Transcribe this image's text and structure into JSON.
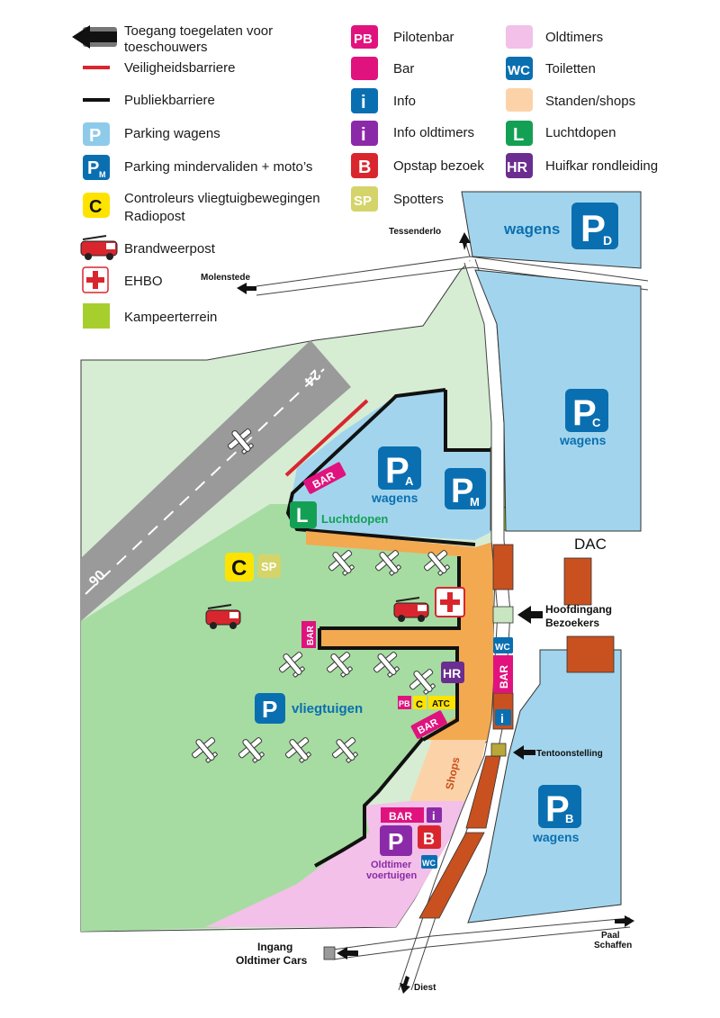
{
  "legend_left": [
    {
      "label": "Toegang toegelaten voor",
      "label2": "toeschouwers",
      "icon": "black-arrow-icon"
    },
    {
      "label": "Veiligheidsbarriere",
      "icon": "red-line-icon",
      "color": "#d9262e"
    },
    {
      "label": "Publiekbarriere",
      "icon": "black-line-icon",
      "color": "#111111"
    },
    {
      "label": "Parking wagens",
      "icon": "parking-light-icon",
      "badge": "P",
      "color": "#8ecbea"
    },
    {
      "label": "Parking mindervaliden + moto’s",
      "icon": "parking-disabled-icon",
      "badge": "P",
      "sub": "M",
      "color": "#0a6fb1"
    },
    {
      "label": "Controleurs vliegtuigbewegingen",
      "label2": "Radiopost",
      "icon": "controller-icon",
      "badge": "C",
      "color": "#ffe300"
    },
    {
      "label": "Brandweerpost",
      "icon": "fire-truck-icon"
    },
    {
      "label": "EHBO",
      "icon": "first-aid-icon",
      "color": "#d9262e"
    },
    {
      "label": "Kampeerterrein",
      "icon": "camping-icon",
      "color": "#a6cf2e"
    }
  ],
  "legend_mid": [
    {
      "label": "Pilotenbar",
      "badge": "PB",
      "color": "#e0137e"
    },
    {
      "label": "Bar",
      "badge": "",
      "color": "#e0137e"
    },
    {
      "label": "Info",
      "badge": "i",
      "color": "#0a6fb1"
    },
    {
      "label": "Info oldtimers",
      "badge": "i",
      "color": "#8b2aa8"
    },
    {
      "label": "Opstap bezoek",
      "badge": "B",
      "color": "#d9262e"
    },
    {
      "label": "Spotters",
      "badge": "SP",
      "color": "#d5d46a"
    }
  ],
  "legend_right": [
    {
      "label": "Oldtimers",
      "badge": "",
      "color": "#f2c0e8"
    },
    {
      "label": "Toiletten",
      "badge": "WC",
      "color": "#0a6fb1"
    },
    {
      "label": "Standen/shops",
      "badge": "",
      "color": "#fcd3a8"
    },
    {
      "label": "Luchtdopen",
      "badge": "L",
      "color": "#14a054"
    },
    {
      "label": "Huifkar rondleiding",
      "badge": "HR",
      "color": "#6b2d8f"
    }
  ],
  "colors": {
    "airfield": "#d6edd4",
    "grass": "#a6dca1",
    "parking": "#a2d5ed",
    "orange": "#f3a94f",
    "runway": "#9a9a9a",
    "oldtimer": "#f2c0e8",
    "building": "#c8511f",
    "blue": "#0a6fb1",
    "magenta": "#e0137e",
    "purple": "#8b2aa8",
    "green_l": "#14a054",
    "red": "#d9262e"
  },
  "roads": {
    "tessenderlo": "Tessenderlo",
    "molenstede": "Molenstede",
    "diest": "Diest",
    "paal_schaffen_1": "Paal",
    "paal_schaffen_2": "Schaffen",
    "ingang_oldtimer_1": "Ingang",
    "ingang_oldtimer_2": "Oldtimer Cars"
  },
  "areas": {
    "parking_d": {
      "word": "wagens",
      "letter": "P",
      "sub": "D"
    },
    "parking_c": {
      "word": "wagens",
      "letter": "P",
      "sub": "C"
    },
    "parking_b": {
      "word": "wagens",
      "letter": "P",
      "sub": "B"
    },
    "parking_a": {
      "word": "wagens",
      "letter": "P",
      "sub": "A"
    },
    "parking_m": {
      "letter": "P",
      "sub": "M"
    },
    "kampeerterrein": "Kampeerterrein",
    "luchtdopen": {
      "letter": "L",
      "word": "Luchtdopen"
    },
    "vliegtuigen": {
      "letter": "P",
      "word": "vliegtuigen"
    },
    "oldtimer": {
      "letter": "P",
      "word1": "Oldtimer",
      "word2": "voertuigen"
    },
    "shops": "Shops",
    "dac": "DAC",
    "hoofdingang_1": "Hoofdingang",
    "hoofdingang_2": "Bezoekers",
    "tentoonstelling": "Tentoonstelling"
  },
  "runway": {
    "end_a": "24",
    "end_b": "06"
  },
  "badges": {
    "bar": "BAR",
    "sp": "SP",
    "c": "C",
    "hr": "HR",
    "pb": "PB",
    "atc": "ATC",
    "wc": "WC",
    "info": "i",
    "b": "B"
  }
}
